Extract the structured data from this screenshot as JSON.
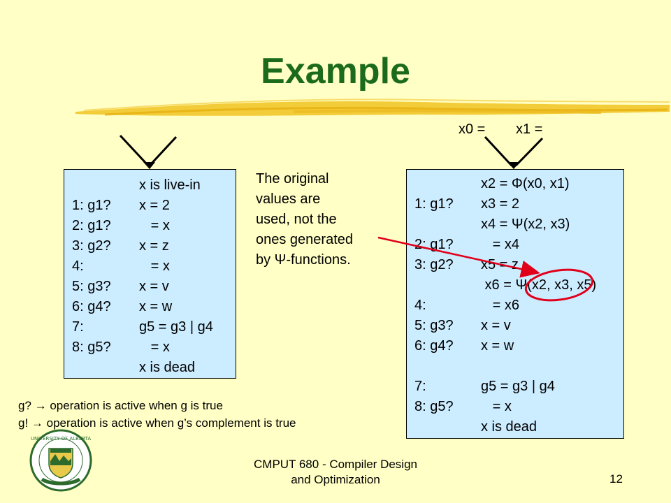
{
  "slide": {
    "title": "Example",
    "left_block": {
      "rows": [
        {
          "label": "",
          "code": "x is live-in"
        },
        {
          "label": "1: g1?",
          "code": "x = 2"
        },
        {
          "label": "2: g1?",
          "code": "   = x"
        },
        {
          "label": "3: g2?",
          "code": "x = z"
        },
        {
          "label": "4:",
          "code": "   = x"
        },
        {
          "label": "5: g3?",
          "code": "x = v"
        },
        {
          "label": "6: g4?",
          "code": "x = w"
        },
        {
          "label": "7:",
          "code": "g5 = g3 | g4"
        },
        {
          "label": "8: g5?",
          "code": "   = x"
        },
        {
          "label": "",
          "code": "x is dead"
        }
      ]
    },
    "note": [
      "The original",
      "values are",
      "used, not the",
      "ones generated",
      "by Ψ-functions."
    ],
    "right_top_labels": [
      "x0 =",
      "x1 ="
    ],
    "right_block": {
      "rows": [
        {
          "label": "",
          "code": "x2 = Φ(x0, x1)"
        },
        {
          "label": "1: g1?",
          "code": "x3 = 2"
        },
        {
          "label": "",
          "code": "x4 = Ψ(x2, x3)"
        },
        {
          "label": "2: g1?",
          "code": "   = x4"
        },
        {
          "label": "3: g2?",
          "code": "x5 = z"
        },
        {
          "label": "",
          "code": " x6 = Ψ(x2, x3, x5)"
        },
        {
          "label": "4:",
          "code": "   = x6"
        },
        {
          "label": "5: g3?",
          "code": "x = v"
        },
        {
          "label": "6: g4?",
          "code": "x = w"
        },
        {
          "label": "",
          "code": ""
        },
        {
          "label": "7:",
          "code": "g5 = g3 | g4"
        },
        {
          "label": "8: g5?",
          "code": "   = x"
        },
        {
          "label": "",
          "code": "x is dead"
        }
      ]
    },
    "legend": [
      "g?  → operation is active when g is true",
      "g!  → operation is active when g’s complement is true"
    ],
    "footer": {
      "line1": "CMPUT 680 - Compiler Design",
      "line2": "and Optimization",
      "page": "12"
    },
    "colors": {
      "background": "#ffffc6",
      "title": "#1c6b1c",
      "box": "#ccecff",
      "highlight": "#e0001a",
      "brush": "#f2c62a"
    },
    "logo": {
      "name": "university-of-alberta-crest-icon",
      "text": "UNIVERSITY OF ALBERTA"
    }
  }
}
